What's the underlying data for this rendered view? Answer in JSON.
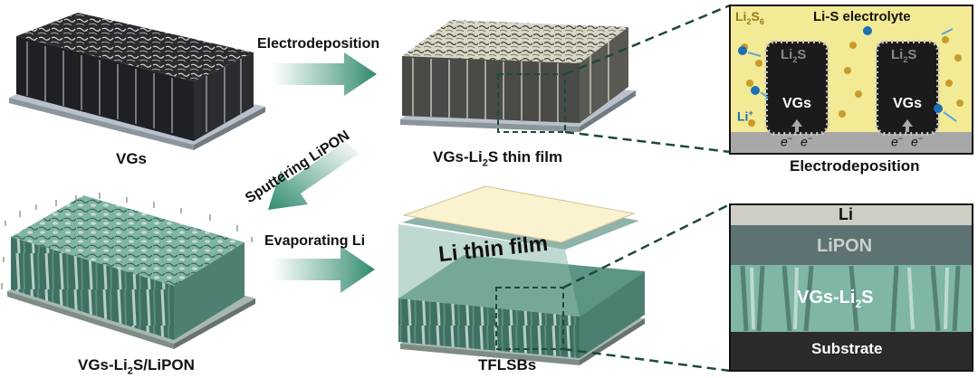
{
  "steps": {
    "electrodeposition": "Electrodeposition",
    "sputtering": "Sputtering LiPON",
    "evaporating": "Evaporating Li"
  },
  "captions": {
    "vgs": "VGs",
    "vgs_li2s_prefix": "VGs-Li",
    "vgs_li2s_sub": "2",
    "vgs_li2s_suffix": "S thin film",
    "vgs_li2s_lipon_prefix": "VGs-Li",
    "vgs_li2s_lipon_sub": "2",
    "vgs_li2s_lipon_suffix": "S/LiPON",
    "tflsbs": "TFLSBs",
    "electrodeposition_panel": "Electrodeposition"
  },
  "tflsb_film_label": "Li thin film",
  "electro_panel": {
    "electrolyte": "Li-S electrolyte",
    "li2s6_prefix": "Li",
    "li2s6_sub1": "2",
    "li2s6_mid": "S",
    "li2s6_sub2": "6",
    "li_ion": "Li",
    "li_ion_sup": "+",
    "pillar_top_prefix": "Li",
    "pillar_top_sub": "2",
    "pillar_top_suffix": "S",
    "pillar_core": "VGs",
    "electron": "e",
    "electron_sup": "−"
  },
  "cross_section": {
    "li": "Li",
    "lipon": "LiPON",
    "vgs_li2s_prefix": "VGs-Li",
    "vgs_li2s_sub": "2",
    "vgs_li2s_suffix": "S",
    "substrate": "Substrate"
  },
  "colors": {
    "arrow": "#2f8a6e",
    "dashed": "#1d4a38",
    "electrolyte": "#f2ea94",
    "substrate": "#9a9a9a",
    "lipon": "#5a6f70"
  }
}
